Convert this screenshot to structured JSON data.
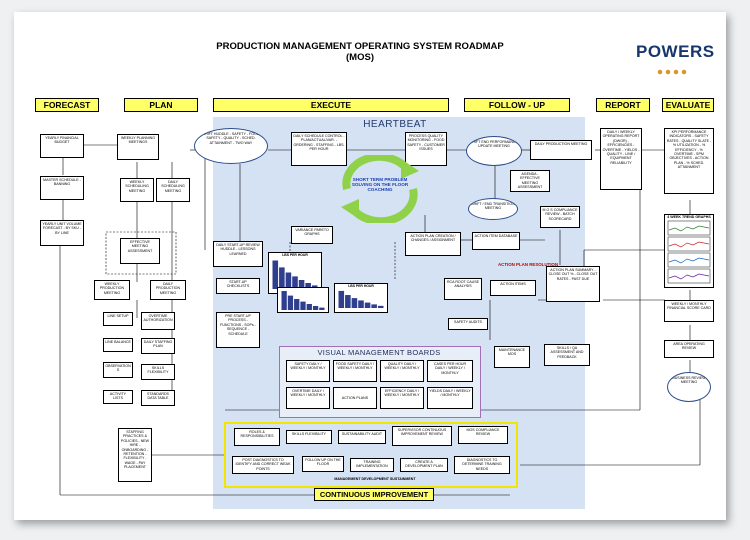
{
  "title": {
    "line1": "PRODUCTION MANAGEMENT OPERATING SYSTEM ROADMAP",
    "line2": "(MOS)"
  },
  "logo": "POWERS",
  "phases": [
    "FORECAST",
    "PLAN",
    "EXECUTE",
    "FOLLOW - UP",
    "REPORT",
    "EVALUATE"
  ],
  "heartbeat": "HEARTBEAT",
  "short_term": "SHORT TERM PROBLEM SOLVING ON THE FLOOR COACHING",
  "action_plan_resolution": "ACTION PLAN RESOLUTION",
  "forecast": {
    "budget": "YEARLY FINANCIAL BUDGET",
    "master": "MASTER SCHEDULE - BANNING",
    "unit": "YEARLY UNIT VOLUME FORECAST - BY SKU - BY LINE"
  },
  "plan": {
    "weekly_planning": "WEEKLY PLANNING MEETINGS",
    "weekly_sched": "WEEKLY SCHEDULING MEETING",
    "daily_sched": "DAILY SCHEDULING MEETING",
    "effective": "EFFECTIVE MEETING ASSESSMENT",
    "weekly_prod": "WEEKLY PRODUCTION MEETING",
    "daily_prod": "DAILY PRODUCTION MEETING",
    "line_setup": "LINE SETUP",
    "overtime_auth": "OVERTIME AUTHORIZATION",
    "line_balance": "LINE BALANCE",
    "daily_staffing": "DAILY STAFFING PLAN",
    "observations": "OBSERVATION S",
    "skills_flex": "SKILLS FLEXIBILITY",
    "activity_lists": "ACTIVITY LISTS",
    "standards": "STANDARDS DATA TABLE",
    "staffing": "STAFFING PRACTICES & POLICIES - NEW HIRE - ONBOARDING - RETENTION - FLEXIBILITY - WAGE - PAY PLACEMENT"
  },
  "execute": {
    "shift_huddle": "SHIFT HUDDLE - SAFETY - FOOD SAFETY - QUALITY - SCHED. ATTAINMENT - TWO WAY",
    "daily_control": "DAILY SCHEDULE CONTROL - PLAN/ACTUAL/VAR. - ORDERING - STAFFING - LBS. PER HOUR",
    "process_quality": "PROCESS QUALITY MONITORING - FOOD SAFETY - CUSTOMER ISSUES",
    "startup_review": "DAILY START-UP REVIEW HUDDLE - LESSONS LEARNED",
    "startup_checklists": "START-UP CHECKLISTS",
    "prestart": "PRE START-UP PROCESS - FUNCTIONS - SOPs - SEQUENCE - SCHEDULE",
    "variance": "VARIANCE PARETO GRAPHS",
    "action_plan": "ACTION PLAN CREATION / CHANGES / ASSIGNMENT",
    "lbs_hour": "LBS PER HOUR",
    "lbs_hour2": "LBS PER HOUR"
  },
  "follow": {
    "shift_end": "SHIFT END PERFORMANCE UPDATE MEETING",
    "agenda": "AGENDA - EFFECTIVE MEETING ASSESSMENT",
    "transition": "SHIFT / END TRANSITION MEETING",
    "daily_prod_meeting": "DAILY PRODUCTION MEETING",
    "mos_review": "M O S COMPLIANCE REVIEW - BATCH SCORECARD",
    "action_db": "ACTION ITEM DATABASE",
    "rca": "RCA ROOT CAUSE ANALYSIS",
    "action_items": "ACTION ITEMS",
    "action_summary": "ACTION PLAN SUMMARY - CLOSE OUT % - CLOSE OUT RATES - PAST DUE",
    "safety": "SAFETY AUDITS",
    "maintenance": "MAINTENANCE MOS",
    "skills_qa": "SKILLS / QA ASSESSMENT AND FEEDBACK"
  },
  "report": {
    "daily_weekly": "DAILY / WEEKLY OPERATING REPORT (DWOR) - EFFICIENCIES - OVERTIME - YIELDS - QUALITY - LINE / EQUIPMENT RELIABILITY"
  },
  "evaluate": {
    "kpi": "KPI PERFORMANCE INDICATORS - SAFETY RATES - QUALITY SLATE - % UTILIZATION - % EFFICIENCY - % OVERTIME - SPM OBJECTIVES - ACTION PLAN - % SCHED. ATTAINMENT",
    "trend": "4 WEEK TREND GRAPHS",
    "financial": "WEEKLY / MONTHLY FINANCIAL SCORE CARD",
    "area_review": "AREA OPERATING REVIEW",
    "business_review": "BUSINESS REVIEW MEETING"
  },
  "vmb": {
    "title": "VISUAL MANAGEMENT BOARDS",
    "cells": [
      "SAFETY DAILY / WEEKLY / MONTHLY",
      "FOOD SAFETY DAILY / WEEKLY / MONTHLY",
      "QUALITY DAILY / WEEKLY / MONTHLY",
      "CASES PER HOUR DAILY / WEEKLY / MONTHLY",
      "OVERTIME DAILY / WEEKLY / MONTHLY",
      "ACTION PLANS",
      "EFFICIENCY DAILY / WEEKLY / MONTHLY",
      "YIELDS DAILY / WEEKLY / MONTHLY"
    ]
  },
  "ci": {
    "label": "CONTINUOUS IMPROVEMENT",
    "mds": "MANAGEMENT DEVELOPMENT SUSTAINMENT",
    "row1": [
      "ROLES & RESPONSIBILITIES",
      "SKILLS FLEXIBILITY",
      "SUSTAINABILITY AUDIT",
      "SUPERVISOR CONTINUOUS IMPROVEMENT REVIEW",
      "MOS COMPLIANCE REVIEW"
    ],
    "row2": [
      "POST DIAGNOSTICS TO IDENTIFY AND CORRECT WEAK POINTS",
      "FOLLOW UP ON THE FLOOR",
      "TRAINING IMPLEMENTATION",
      "CREATE A DEVELOPMENT PLAN",
      "DIAGNOSTICS TO DETERMINE TRAINING NEEDS"
    ]
  },
  "colors": {
    "phase_fill": "#ffff66",
    "heartbeat_panel": "#d4e2f3",
    "logo": "#17366b",
    "cycle_arrow": "#8fd24a",
    "vmb_border": "#a26fb6",
    "ci_border": "#f2e500"
  },
  "chart_bars": [
    0.95,
    0.72,
    0.55,
    0.42,
    0.3,
    0.2,
    0.12
  ]
}
